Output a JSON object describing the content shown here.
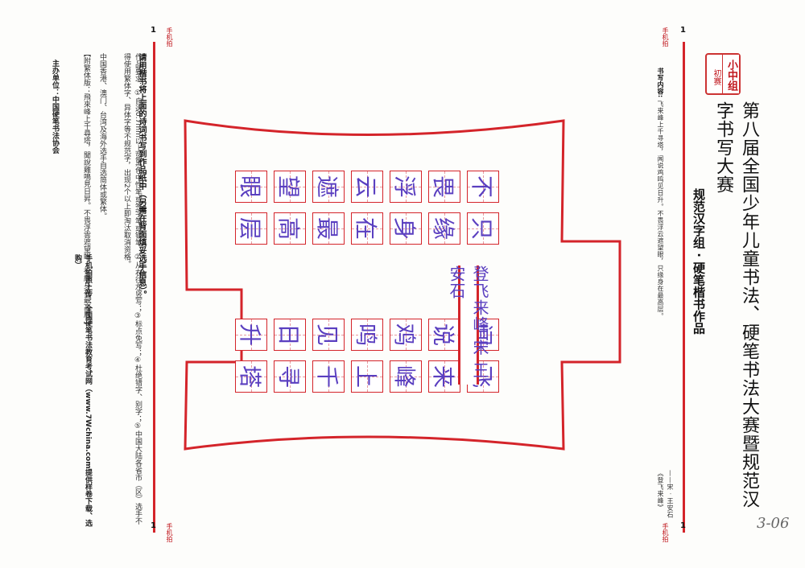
{
  "header": {
    "group_badge": "小中组",
    "group_level": "初赛",
    "main_title": "第八届全国少年儿童书法、硬笔书法大赛暨规范汉字书写大赛",
    "sub_title": "规范汉字组 · 硬笔楷书作品"
  },
  "content_info": {
    "label": "书写内容:",
    "text": "飞来峰上千寻塔，闻说鸡鸣见日升。不畏浮云遮望眼，只缘身在最高层。",
    "author": "——宋 · 王安石《登飞来峰》"
  },
  "corners": {
    "phone_label": "手机拍",
    "mark_top": "1",
    "mark_bottom": "1"
  },
  "poem_grid": {
    "right_block": [
      [
        "飞",
        "来",
        "峰",
        "上",
        "千",
        "寻",
        "塔"
      ],
      [
        "闻",
        "说",
        "鸡",
        "鸣",
        "见",
        "日",
        "升"
      ]
    ],
    "left_block": [
      [
        "不",
        "畏",
        "浮",
        "云",
        "遮",
        "望",
        "眼"
      ],
      [
        "只",
        "缘",
        "身",
        "在",
        "最",
        "高",
        "层"
      ]
    ],
    "center_line": "登飞来峰 宋 王安石"
  },
  "instructions": {
    "main": "请用楷书将上面的诗词书写到作品纸中（另需在背面填妥选手信息）。",
    "detail_1": "作品要求：①自选0.7mm以上蓝黑色中性笔或签字笔或钢笔；②从右往左竖写；③标点免写；④杜绝错字、别字；⑤中国大陆各省市（区）选手不得使用繁体字、异体字等不规范字，出现2个以上即淘汰取消资格。",
    "detail_2": "中国香港、澳门、台湾及海外选手自选简体或繁体。",
    "note": "【附繁体版：飛來峰上千尋塔，聞說雞鳴見日昇。不畏浮雲遮望眼，祇緣身在最高層。】",
    "upload": "手机拍照上传：全国硬笔书法教育考试网（www.7Wchina.com提供样卷下载、选购）",
    "host": "主办单位：中国硬笔书法协会"
  },
  "margin_note": "3-06",
  "colors": {
    "frame_red": "#d4242a",
    "ink_purple": "#5a3fc0"
  }
}
